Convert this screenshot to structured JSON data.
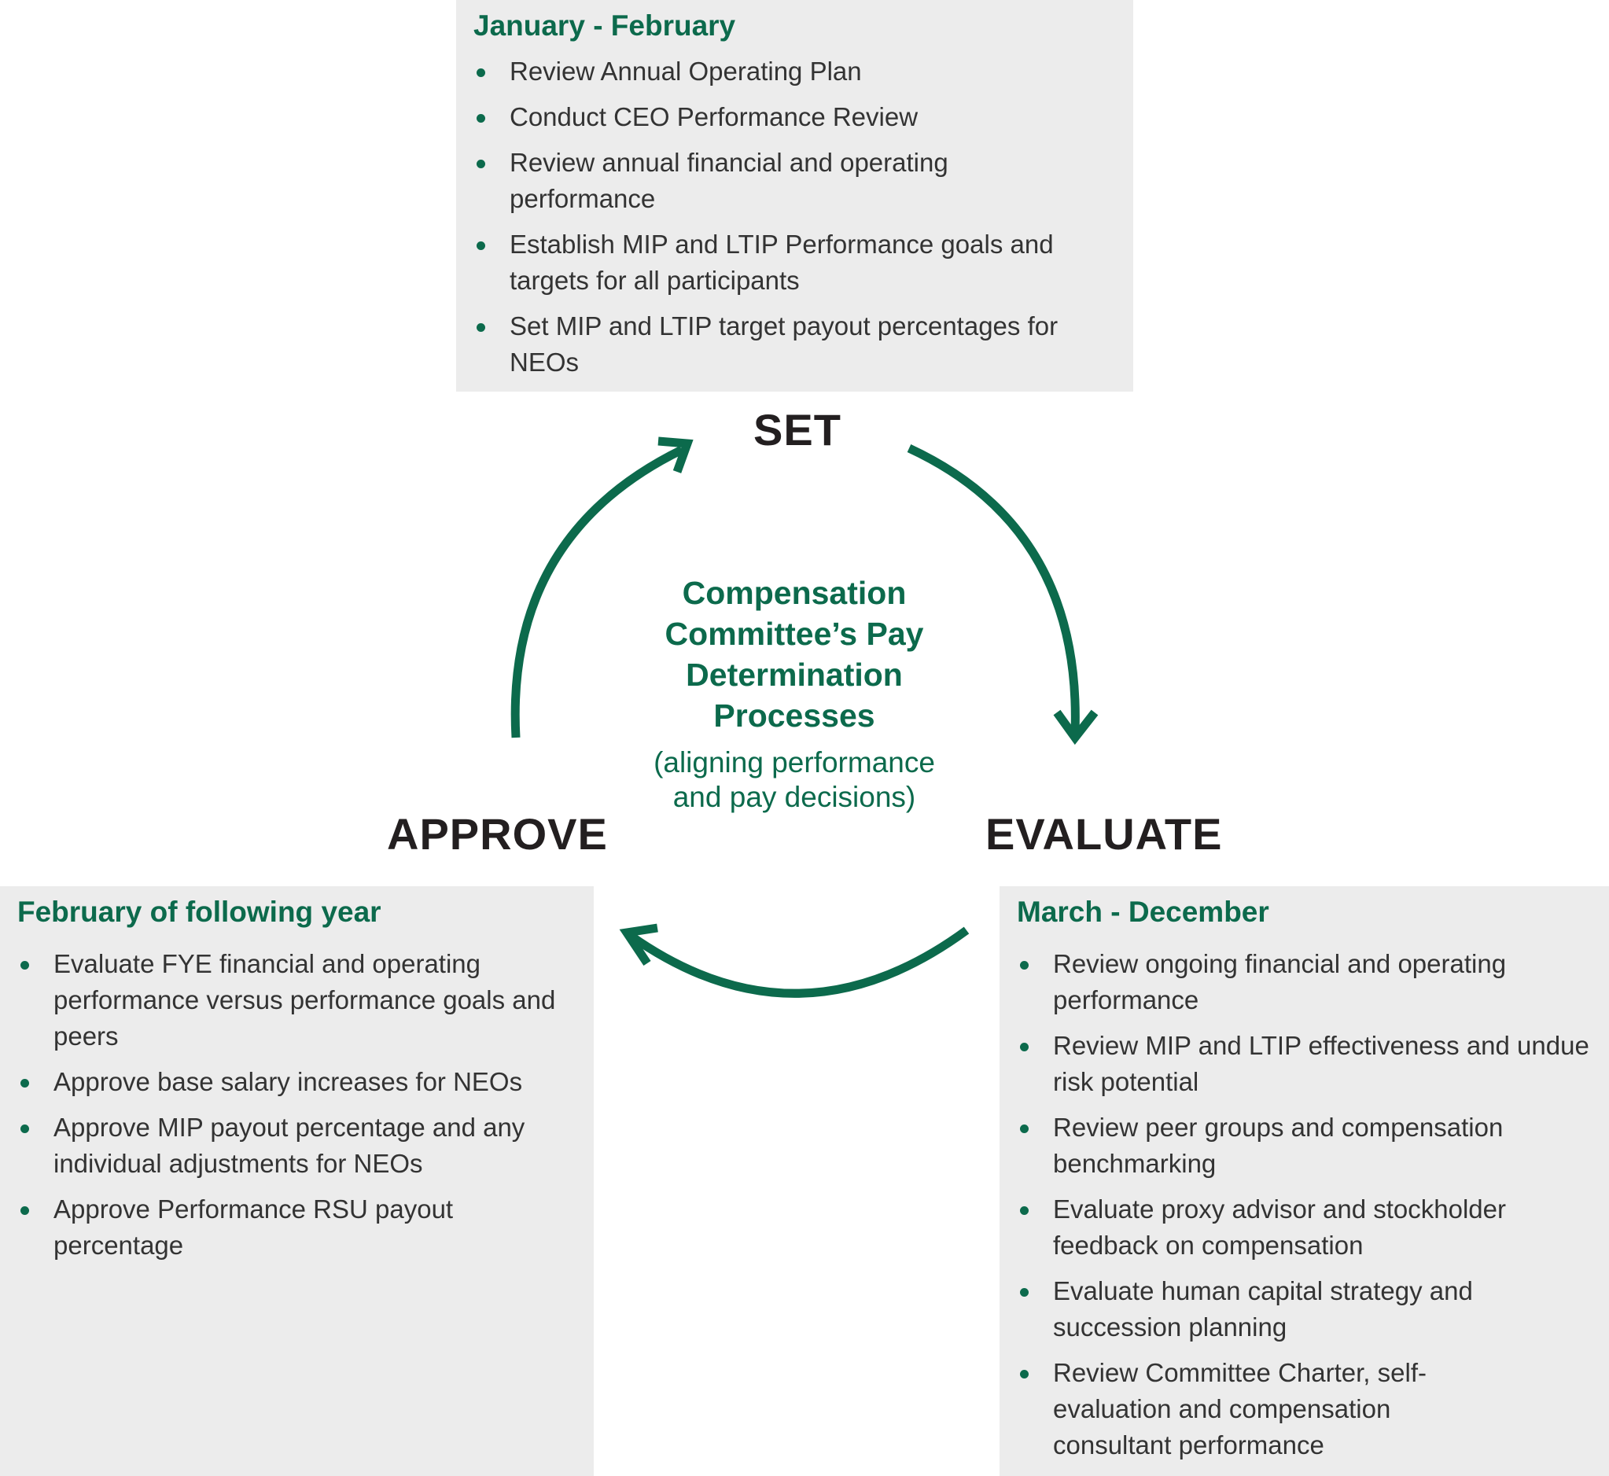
{
  "colors": {
    "accent": "#0c6a4c",
    "panel": "#ececec",
    "stage_text": "#231f20",
    "body_text": "#333333"
  },
  "center": {
    "title_lines": [
      "Compensation",
      "Committee’s Pay",
      "Determination",
      "Processes"
    ],
    "subtitle_lines": [
      "(aligning performance",
      "and pay decisions)"
    ]
  },
  "stages": {
    "set": "SET",
    "evaluate": "EVALUATE",
    "approve": "APPROVE"
  },
  "panels": {
    "set": {
      "period": "January - February",
      "items": [
        "Review Annual Operating Plan",
        "Conduct CEO Performance Review",
        "Review annual financial and operating performance",
        "Establish MIP and LTIP Performance goals and targets for all participants",
        "Set MIP and LTIP target payout percentages for NEOs"
      ]
    },
    "approve": {
      "period": "February of following year",
      "items": [
        "Evaluate FYE financial and operating performance versus performance goals and peers",
        "Approve base salary increases for NEOs",
        "Approve MIP payout percentage and any individual adjustments for NEOs",
        "Approve Performance RSU payout percentage"
      ]
    },
    "evaluate": {
      "period": "March - December",
      "items": [
        "Review ongoing financial and operating performance",
        "Review MIP and LTIP effectiveness and undue risk potential",
        "Review peer groups and compensation benchmarking",
        "Evaluate proxy advisor and stockholder feedback on compensation",
        "Evaluate human capital strategy and succession planning",
        "Review Committee Charter, self-evaluation and compensation consultant performance"
      ]
    }
  },
  "arrows": [
    {
      "from": "set",
      "to": "evaluate",
      "icon": "curved-arrow-icon"
    },
    {
      "from": "evaluate",
      "to": "approve",
      "icon": "curved-arrow-icon"
    },
    {
      "from": "approve",
      "to": "set",
      "icon": "curved-arrow-icon"
    }
  ]
}
